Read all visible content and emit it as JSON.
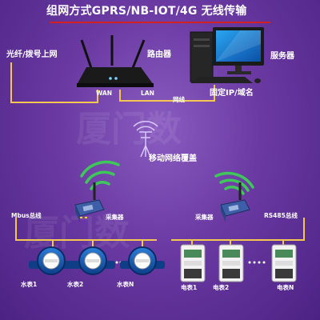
{
  "title": "组网方式GPRS/NB-IOT/4G 无线传输",
  "labels": {
    "fiber": "光纤/拨号上网",
    "router": "路由器",
    "server": "服务器",
    "fixed_ip": "固定IP/域名",
    "wan": "WAN",
    "lan": "LAN",
    "cable": "网线",
    "mobile": "移动网络覆盖",
    "mbus": "Mbus总线",
    "collector_left": "采集器",
    "collector_right": "采集器",
    "rs485": "RS485总线",
    "water1": "水表1",
    "water2": "水表2",
    "waterN": "水表N",
    "elec1": "电表1",
    "elec2": "电表2",
    "elecN": "电表N"
  },
  "watermark": [
    "厦门数",
    "厦门数"
  ],
  "colors": {
    "accent_red": "#d42020",
    "line": "#f4c850",
    "signal_green": "#3fc85a"
  }
}
